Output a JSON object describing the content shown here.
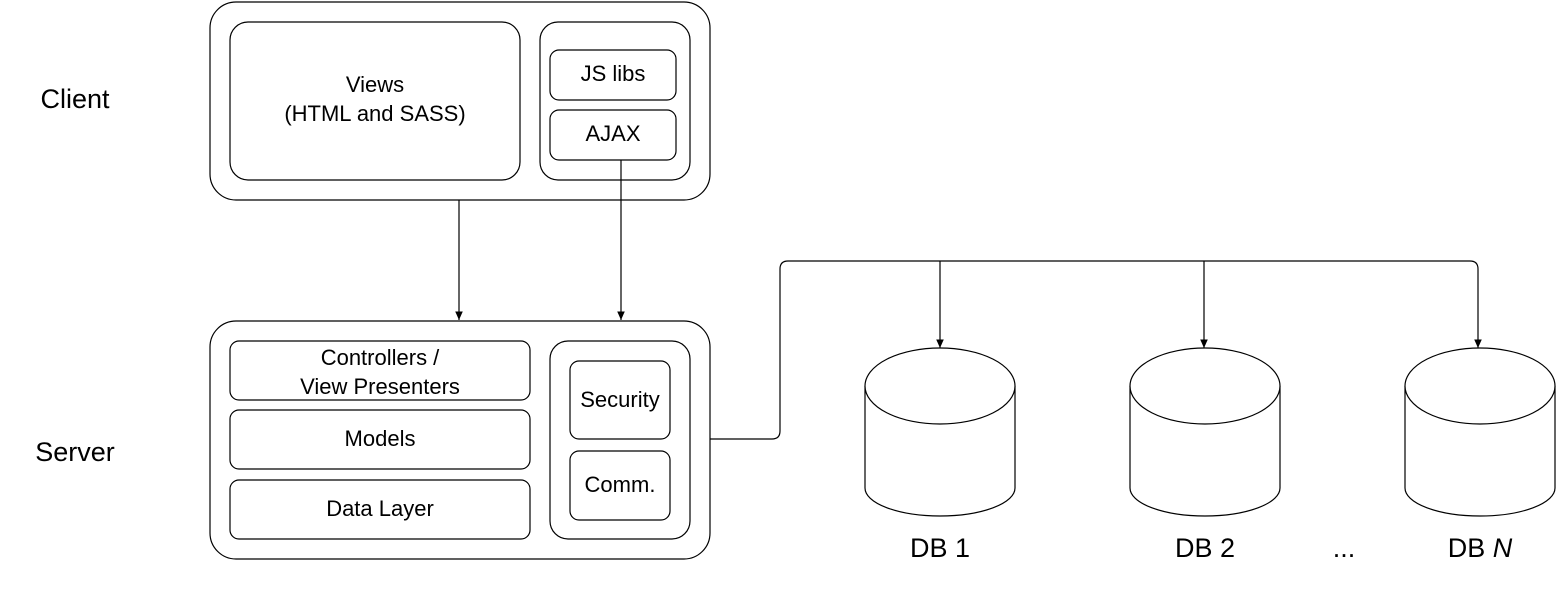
{
  "layers": {
    "client": "Client",
    "server": "Server"
  },
  "client": {
    "views_line1": "Views",
    "views_line2": "(HTML and SASS)",
    "js_libs": "JS libs",
    "ajax": "AJAX"
  },
  "server": {
    "controllers_line1": "Controllers /",
    "controllers_line2": "View Presenters",
    "models": "Models",
    "data_layer": "Data Layer",
    "security": "Security",
    "comm": "Comm."
  },
  "databases": {
    "db1": "DB 1",
    "db2": "DB 2",
    "ellipsis": "...",
    "dbn_prefix": "DB ",
    "dbn_suffix": "N"
  }
}
